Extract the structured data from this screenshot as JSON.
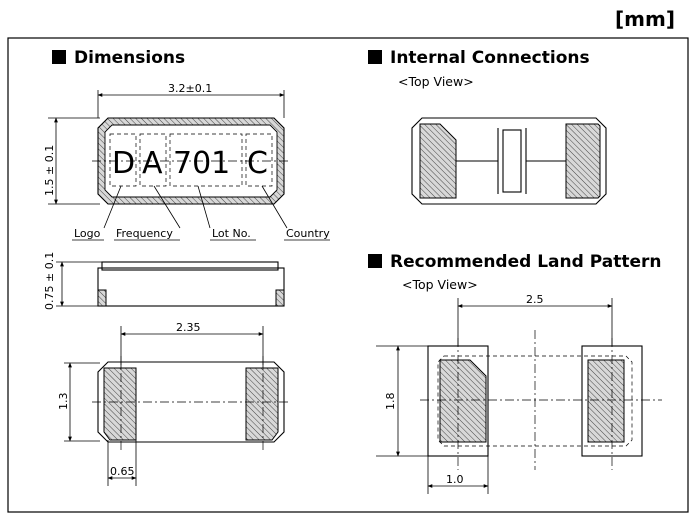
{
  "unit": "[mm]",
  "sections": {
    "dimensions": "Dimensions",
    "internal": "Internal Connections",
    "land": "Recommended Land Pattern"
  },
  "views": {
    "internal_view": "<Top View>",
    "land_view": "<Top View>"
  },
  "marking": [
    "D",
    "A",
    "701",
    "C"
  ],
  "callouts": {
    "logo": "Logo",
    "frequency": "Frequency",
    "lot": "Lot No.",
    "country": "Country"
  },
  "dims": {
    "length": "3.2±0.1",
    "width": "1.5 ± 0.1",
    "height": "0.75 ± 0.1",
    "pad_pitch": "2.35",
    "pad_height": "1.3",
    "pad_width": "0.65",
    "land_pitch": "2.5",
    "land_height": "1.8",
    "land_width": "1.0"
  }
}
